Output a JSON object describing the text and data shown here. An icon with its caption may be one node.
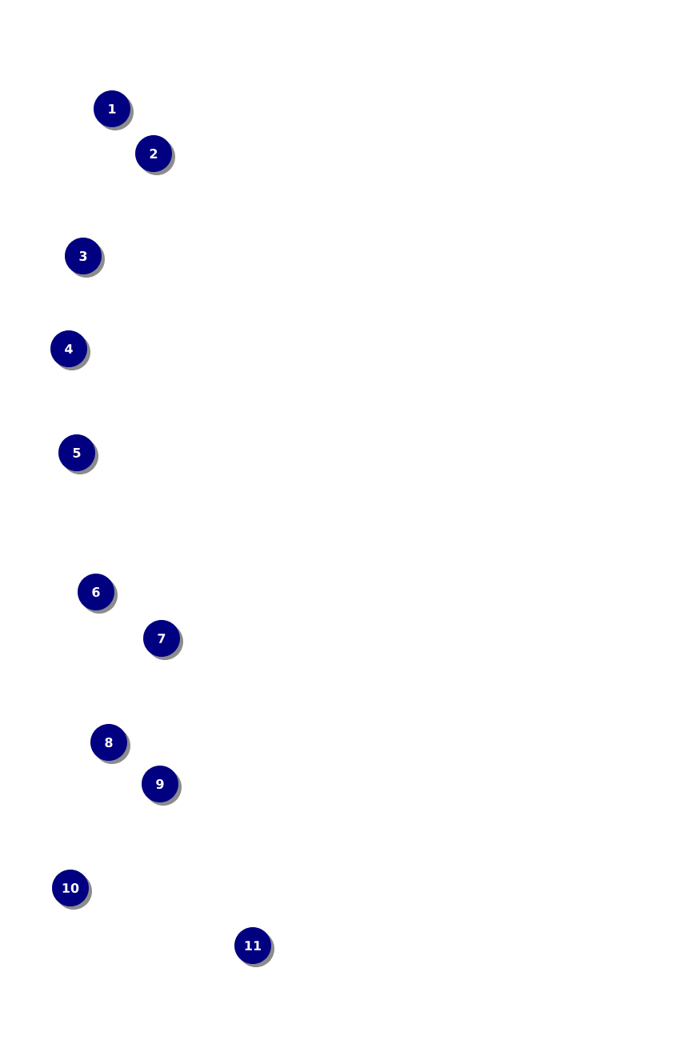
{
  "diagram": {
    "labels": [
      "1",
      "2",
      "3",
      "4",
      "5",
      "6",
      "7",
      "8",
      "9",
      "10",
      "11"
    ]
  }
}
